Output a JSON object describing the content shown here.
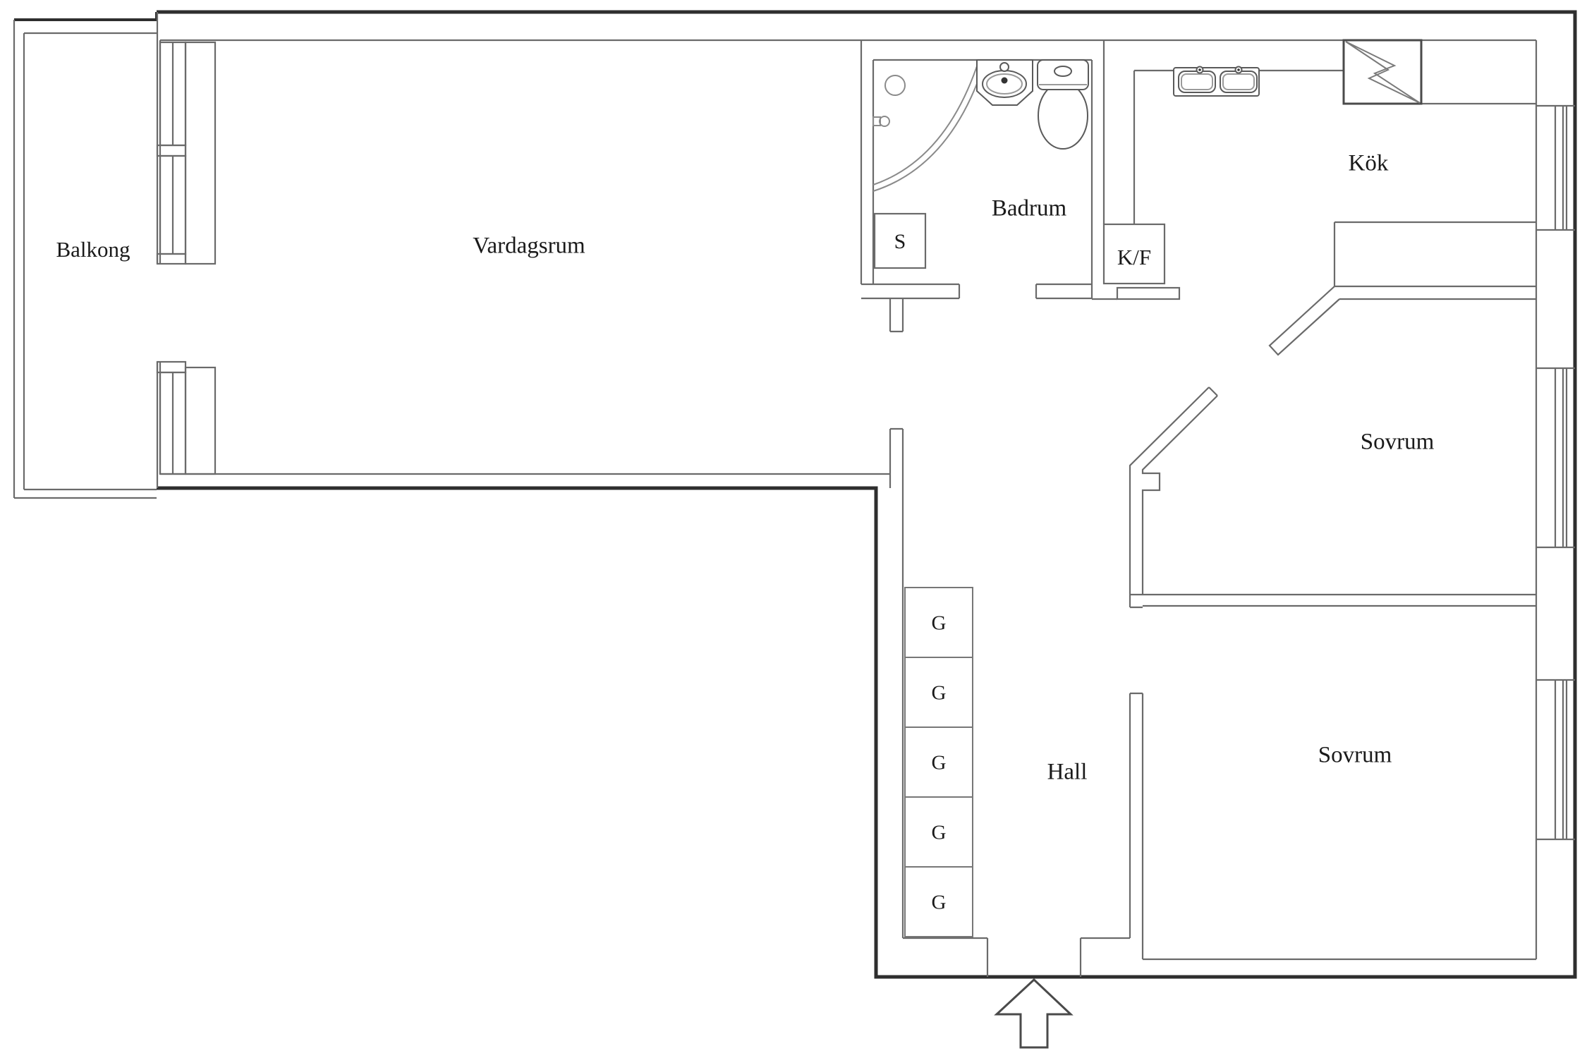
{
  "rooms": {
    "balcony": "Balkong",
    "living_room": "Vardagsrum",
    "bathroom": "Badrum",
    "kitchen": "Kök",
    "fridge_freezer": "K/F",
    "closet_s": "S",
    "bedroom_top": "Sovrum",
    "bedroom_bottom": "Sovrum",
    "hall": "Hall"
  },
  "closets": [
    "G",
    "G",
    "G",
    "G",
    "G"
  ],
  "colors": {
    "outer_wall": "#2e2e2e",
    "inner_wall": "#6a6a6a",
    "fixture": "#8a8a8a",
    "text": "#1a1a1a",
    "background": "#ffffff"
  }
}
